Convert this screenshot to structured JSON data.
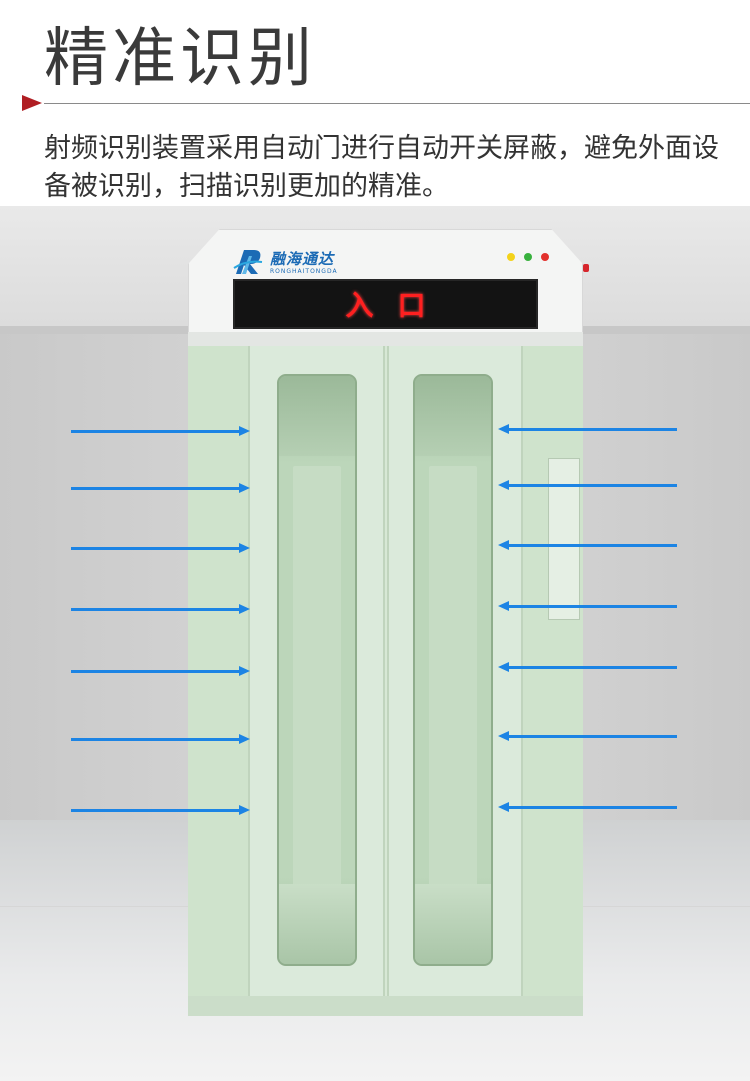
{
  "header": {
    "title": "精准识别",
    "description": "射频识别装置采用自动门进行自动开关屏蔽，避免外面设备被识别，扫描识别更加的精准。"
  },
  "device": {
    "logo_name": "融海通达",
    "logo_subtitle": "RONGHAITONGDA",
    "display_text": "入口",
    "indicator_colors": [
      "#f3d21a",
      "#38b13d",
      "#e2312c"
    ],
    "accent_color": "#1c84e4",
    "marker_color": "#b01e23"
  }
}
